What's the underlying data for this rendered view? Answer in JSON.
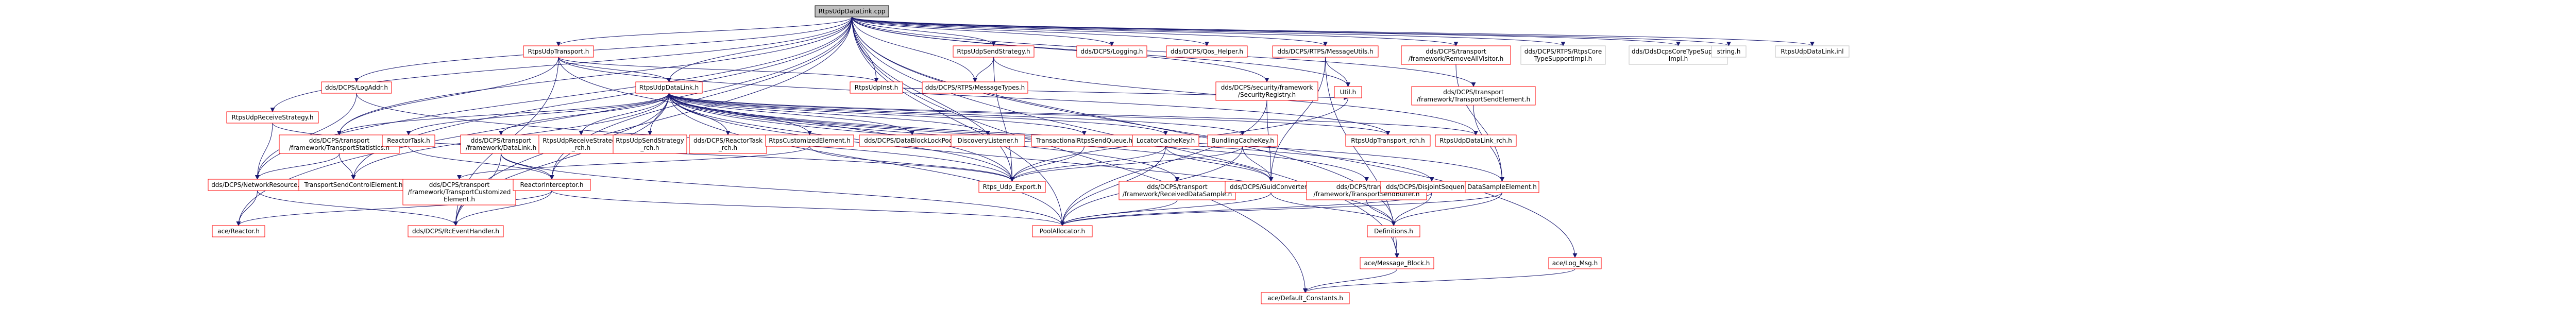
{
  "graph": {
    "title": "",
    "colors": {
      "root_fill": "#bfbfbf",
      "root_stroke": "#000000",
      "file_fill": "#ffffff",
      "file_stroke": "#ff0000",
      "system_fill": "#ffffff",
      "system_stroke": "#bfbfbf",
      "edge": "#191970",
      "text": "#000000"
    },
    "nodes": [
      {
        "id": "root",
        "kind": "root",
        "lines": [
          "RtpsUdpDataLink.cpp"
        ]
      },
      {
        "id": "transport_h",
        "kind": "file",
        "lines": [
          "RtpsUdpTransport.h"
        ]
      },
      {
        "id": "loggable",
        "kind": "file",
        "lines": [
          "dds/DCPS/LogAddr.h"
        ]
      },
      {
        "id": "recvstrat",
        "kind": "file",
        "lines": [
          "RtpsUdpReceiveStrategy.h"
        ]
      },
      {
        "id": "datalink_h",
        "kind": "file",
        "lines": [
          "RtpsUdpDataLink.h"
        ]
      },
      {
        "id": "inst_h",
        "kind": "file",
        "lines": [
          "RtpsUdpInst.h"
        ]
      },
      {
        "id": "sendstrat",
        "kind": "file",
        "lines": [
          "RtpsUdpSendStrategy.h"
        ]
      },
      {
        "id": "logging",
        "kind": "file",
        "lines": [
          "dds/DCPS/Logging.h"
        ]
      },
      {
        "id": "qos_helper",
        "kind": "file",
        "lines": [
          "dds/DCPS/Qos_Helper.h"
        ]
      },
      {
        "id": "msgutils",
        "kind": "file",
        "lines": [
          "dds/DCPS/RTPS/MessageUtils.h"
        ]
      },
      {
        "id": "removeall",
        "kind": "file",
        "lines": [
          "dds/DCPS/transport",
          "/framework/RemoveAllVisitor.h"
        ]
      },
      {
        "id": "rtps_tsi",
        "kind": "system",
        "lines": [
          "dds/DCPS/RTPS/RtpsCore",
          "TypeSupportImpl.h"
        ]
      },
      {
        "id": "dds_tsi",
        "kind": "system",
        "lines": [
          "dds/DdsDcpsCoreTypeSupport",
          "Impl.h"
        ]
      },
      {
        "id": "string_h",
        "kind": "system",
        "lines": [
          "string.h"
        ]
      },
      {
        "id": "datalink_inl",
        "kind": "system",
        "lines": [
          "RtpsUdpDataLink.inl"
        ]
      },
      {
        "id": "sec_registry",
        "kind": "file",
        "lines": [
          "dds/DCPS/security/framework",
          "/SecurityRegistry.h"
        ]
      },
      {
        "id": "msgtypes",
        "kind": "file",
        "lines": [
          "dds/DCPS/RTPS/MessageTypes.h"
        ]
      },
      {
        "id": "transport_send_el",
        "kind": "file",
        "lines": [
          "dds/DCPS/transport",
          "/framework/TransportSendElement.h"
        ]
      },
      {
        "id": "util_h",
        "kind": "file",
        "lines": [
          "Util.h"
        ]
      },
      {
        "id": "transport_stats",
        "kind": "file",
        "lines": [
          "dds/DCPS/transport",
          "/framework/TransportStatistics.h"
        ]
      },
      {
        "id": "reactortask",
        "kind": "file",
        "lines": [
          "ReactorTask.h"
        ]
      },
      {
        "id": "dcps_datalink",
        "kind": "file",
        "lines": [
          "dds/DCPS/transport",
          "/framework/DataLink.h"
        ]
      },
      {
        "id": "recv_rch",
        "kind": "file",
        "lines": [
          "RtpsUdpReceiveStrategy",
          "_rch.h"
        ]
      },
      {
        "id": "send_rch",
        "kind": "file",
        "lines": [
          "RtpsUdpSendStrategy",
          "_rch.h"
        ]
      },
      {
        "id": "rtask_rch",
        "kind": "file",
        "lines": [
          "dds/DCPS/ReactorTask",
          "_rch.h"
        ]
      },
      {
        "id": "rtps_custom_el",
        "kind": "file",
        "lines": [
          "RtpsCustomizedElement.h"
        ]
      },
      {
        "id": "block_pool",
        "kind": "file",
        "lines": [
          "dds/DCPS/DataBlockLockPool.h"
        ]
      },
      {
        "id": "disc_listener",
        "kind": "file",
        "lines": [
          "DiscoveryListener.h"
        ]
      },
      {
        "id": "trans_queue",
        "kind": "file",
        "lines": [
          "TransactionalRtpsSendQueue.h"
        ]
      },
      {
        "id": "locator_cache",
        "kind": "file",
        "lines": [
          "LocatorCacheKey.h"
        ]
      },
      {
        "id": "bundling_cache",
        "kind": "file",
        "lines": [
          "BundlingCacheKey.h"
        ]
      },
      {
        "id": "udp_transport_rch",
        "kind": "file",
        "lines": [
          "RtpsUdpTransport_rch.h"
        ]
      },
      {
        "id": "udp_datalink_rch",
        "kind": "file",
        "lines": [
          "RtpsUdpDataLink_rch.h"
        ]
      },
      {
        "id": "network_resource",
        "kind": "file",
        "lines": [
          "dds/DCPS/NetworkResource.h"
        ]
      },
      {
        "id": "tsce",
        "kind": "file",
        "lines": [
          "TransportSendControlElement.h"
        ]
      },
      {
        "id": "tce",
        "kind": "file",
        "lines": [
          "dds/DCPS/transport",
          "/framework/TransportCustomized",
          "Element.h"
        ]
      },
      {
        "id": "reactor_interceptor",
        "kind": "file",
        "lines": [
          "ReactorInterceptor.h"
        ]
      },
      {
        "id": "rtps_export",
        "kind": "file",
        "lines": [
          "Rtps_Udp_Export.h"
        ]
      },
      {
        "id": "recv_sample",
        "kind": "file",
        "lines": [
          "dds/DCPS/transport",
          "/framework/ReceivedDataSample.h"
        ]
      },
      {
        "id": "guid_converter",
        "kind": "file",
        "lines": [
          "dds/DCPS/GuidConverter.h"
        ]
      },
      {
        "id": "send_buffer",
        "kind": "file",
        "lines": [
          "dds/DCPS/transport",
          "/framework/TransportSendBuffer.h"
        ]
      },
      {
        "id": "disjoint_seq",
        "kind": "file",
        "lines": [
          "dds/DCPS/DisjointSequence.h"
        ]
      },
      {
        "id": "data_sample_el",
        "kind": "file",
        "lines": [
          "DataSampleElement.h"
        ]
      },
      {
        "id": "ace_reactor",
        "kind": "file",
        "lines": [
          "ace/Reactor.h"
        ]
      },
      {
        "id": "rc_event_handler",
        "kind": "file",
        "lines": [
          "dds/DCPS/RcEventHandler.h"
        ]
      },
      {
        "id": "pool_allocator",
        "kind": "file",
        "lines": [
          "PoolAllocator.h"
        ]
      },
      {
        "id": "definitions",
        "kind": "file",
        "lines": [
          "Definitions.h"
        ]
      },
      {
        "id": "message_block",
        "kind": "file",
        "lines": [
          "ace/Message_Block.h"
        ]
      },
      {
        "id": "log_msg",
        "kind": "file",
        "lines": [
          "ace/Log_Msg.h"
        ]
      },
      {
        "id": "default_constants",
        "kind": "file",
        "lines": [
          "ace/Default_Constants.h"
        ]
      }
    ],
    "edges": [
      [
        "root",
        "transport_h"
      ],
      [
        "root",
        "loggable"
      ],
      [
        "root",
        "recvstrat"
      ],
      [
        "root",
        "datalink_h"
      ],
      [
        "root",
        "inst_h"
      ],
      [
        "root",
        "sendstrat"
      ],
      [
        "root",
        "logging"
      ],
      [
        "root",
        "qos_helper"
      ],
      [
        "root",
        "msgutils"
      ],
      [
        "root",
        "removeall"
      ],
      [
        "root",
        "rtps_tsi"
      ],
      [
        "root",
        "dds_tsi"
      ],
      [
        "root",
        "string_h"
      ],
      [
        "root",
        "datalink_inl"
      ],
      [
        "root",
        "util_h"
      ],
      [
        "root",
        "msgtypes"
      ],
      [
        "root",
        "sec_registry"
      ],
      [
        "root",
        "transport_send_el"
      ],
      [
        "root",
        "network_resource"
      ],
      [
        "root",
        "transport_stats"
      ],
      [
        "root",
        "tsce"
      ],
      [
        "root",
        "reactor_interceptor"
      ],
      [
        "root",
        "rc_event_handler"
      ],
      [
        "root",
        "ace_reactor"
      ],
      [
        "root",
        "message_block"
      ],
      [
        "root",
        "log_msg"
      ],
      [
        "root",
        "definitions"
      ],
      [
        "root",
        "default_constants"
      ],
      [
        "root",
        "pool_allocator"
      ],
      [
        "root",
        "rtps_export"
      ],
      [
        "transport_h",
        "datalink_h"
      ],
      [
        "transport_h",
        "transport_stats"
      ],
      [
        "transport_h",
        "rtps_export"
      ],
      [
        "transport_h",
        "udp_transport_rch"
      ],
      [
        "transport_h",
        "inst_h"
      ],
      [
        "transport_h",
        "rc_event_handler"
      ],
      [
        "loggable",
        "network_resource"
      ],
      [
        "loggable",
        "rtps_export"
      ],
      [
        "recvstrat",
        "network_resource"
      ],
      [
        "recvstrat",
        "rtps_export"
      ],
      [
        "inst_h",
        "util_h"
      ],
      [
        "sendstrat",
        "msgtypes"
      ],
      [
        "sendstrat",
        "udp_datalink_rch"
      ],
      [
        "sendstrat",
        "rtps_export"
      ],
      [
        "msgutils",
        "util_h"
      ],
      [
        "msgutils",
        "message_block"
      ],
      [
        "msgutils",
        "guid_converter"
      ],
      [
        "removeall",
        "data_sample_el"
      ],
      [
        "sec_registry",
        "pool_allocator"
      ],
      [
        "sec_registry",
        "guid_converter"
      ],
      [
        "transport_send_el",
        "data_sample_el"
      ],
      [
        "util_h",
        "rtps_export"
      ],
      [
        "datalink_h",
        "transport_stats"
      ],
      [
        "datalink_h",
        "reactortask"
      ],
      [
        "datalink_h",
        "dcps_datalink"
      ],
      [
        "datalink_h",
        "recv_rch"
      ],
      [
        "datalink_h",
        "send_rch"
      ],
      [
        "datalink_h",
        "rtask_rch"
      ],
      [
        "datalink_h",
        "rtps_custom_el"
      ],
      [
        "datalink_h",
        "block_pool"
      ],
      [
        "datalink_h",
        "disc_listener"
      ],
      [
        "datalink_h",
        "trans_queue"
      ],
      [
        "datalink_h",
        "locator_cache"
      ],
      [
        "datalink_h",
        "bundling_cache"
      ],
      [
        "datalink_h",
        "udp_transport_rch"
      ],
      [
        "datalink_h",
        "udp_datalink_rch"
      ],
      [
        "datalink_h",
        "recv_sample"
      ],
      [
        "datalink_h",
        "guid_converter"
      ],
      [
        "datalink_h",
        "send_buffer"
      ],
      [
        "datalink_h",
        "disjoint_seq"
      ],
      [
        "datalink_h",
        "data_sample_el"
      ],
      [
        "datalink_h",
        "reactor_interceptor"
      ],
      [
        "datalink_h",
        "rc_event_handler"
      ],
      [
        "datalink_h",
        "definitions"
      ],
      [
        "datalink_h",
        "pool_allocator"
      ],
      [
        "datalink_h",
        "rtps_export"
      ],
      [
        "datalink_h",
        "tsce"
      ],
      [
        "transport_stats",
        "network_resource"
      ],
      [
        "transport_stats",
        "tsce"
      ],
      [
        "reactortask",
        "reactor_interceptor"
      ],
      [
        "dcps_datalink",
        "reactor_interceptor"
      ],
      [
        "dcps_datalink",
        "rc_event_handler"
      ],
      [
        "dcps_datalink",
        "pool_allocator"
      ],
      [
        "rtps_custom_el",
        "tce"
      ],
      [
        "rtps_custom_el",
        "rtps_export"
      ],
      [
        "trans_queue",
        "rtps_export"
      ],
      [
        "locator_cache",
        "rtps_export"
      ],
      [
        "locator_cache",
        "guid_converter"
      ],
      [
        "locator_cache",
        "pool_allocator"
      ],
      [
        "bundling_cache",
        "rtps_export"
      ],
      [
        "bundling_cache",
        "guid_converter"
      ],
      [
        "bundling_cache",
        "pool_allocator"
      ],
      [
        "network_resource",
        "ace_reactor"
      ],
      [
        "network_resource",
        "rc_event_handler"
      ],
      [
        "reactor_interceptor",
        "rc_event_handler"
      ],
      [
        "reactor_interceptor",
        "ace_reactor"
      ],
      [
        "reactor_interceptor",
        "pool_allocator"
      ],
      [
        "recv_sample",
        "pool_allocator"
      ],
      [
        "guid_converter",
        "definitions"
      ],
      [
        "guid_converter",
        "pool_allocator"
      ],
      [
        "send_buffer",
        "definitions"
      ],
      [
        "disjoint_seq",
        "definitions"
      ],
      [
        "disjoint_seq",
        "pool_allocator"
      ],
      [
        "data_sample_el",
        "definitions"
      ],
      [
        "data_sample_el",
        "pool_allocator"
      ],
      [
        "definitions",
        "message_block"
      ],
      [
        "message_block",
        "default_constants"
      ],
      [
        "log_msg",
        "default_constants"
      ]
    ]
  }
}
